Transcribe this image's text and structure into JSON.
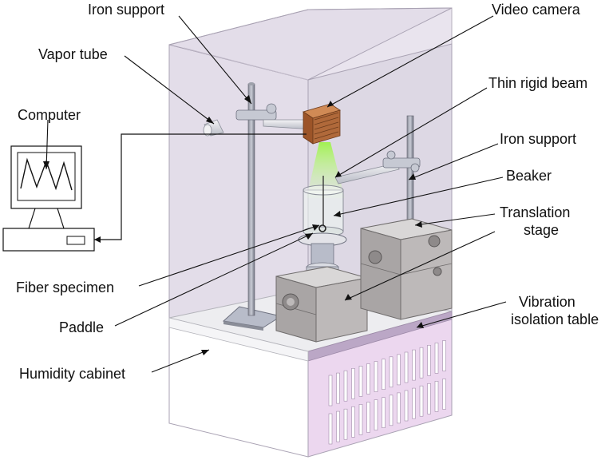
{
  "labels": {
    "iron_support_top": "Iron support",
    "video_camera": "Video camera",
    "vapor_tube": "Vapor tube",
    "thin_rigid_beam": "Thin rigid beam",
    "computer": "Computer",
    "iron_support_right": "Iron support",
    "beaker": "Beaker",
    "translation_stage_1": "Translation",
    "translation_stage_2": "stage",
    "vibration_table_1": "Vibration",
    "vibration_table_2": "isolation table",
    "fiber_specimen": "Fiber specimen",
    "paddle": "Paddle",
    "humidity_cabinet": "Humidity cabinet"
  },
  "colors": {
    "cabinet_glass": "#ded6e6",
    "cabinet_base_side": "#ead8ee",
    "camera": "#b0693a",
    "light_beam": "#7ee23c",
    "stage_metal": "#b8b4b4",
    "vibration_table": "#c9b7d2"
  }
}
